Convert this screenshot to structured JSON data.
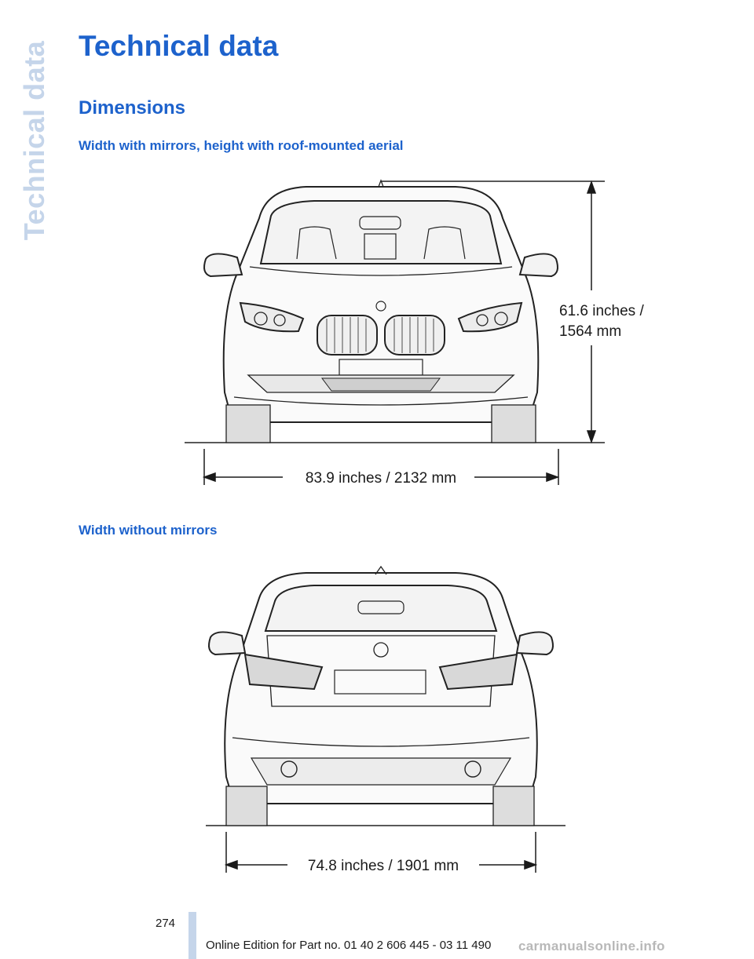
{
  "side_tab": "Technical data",
  "title": "Technical data",
  "section": "Dimensions",
  "figures": [
    {
      "subtitle": "Width with mirrors, height with roof-mounted aerial",
      "height_label_line1": "61.6 inches /",
      "height_label_line2": "1564 mm",
      "width_label": "83.9 inches / 2132 mm"
    },
    {
      "subtitle": "Width without mirrors",
      "width_label": "74.8 inches / 1901 mm"
    }
  ],
  "footer": {
    "page_number": "274",
    "edition": "Online Edition for Part no. 01 40 2 606 445 - 03 11 490",
    "watermark": "carmanualsonline.info"
  }
}
